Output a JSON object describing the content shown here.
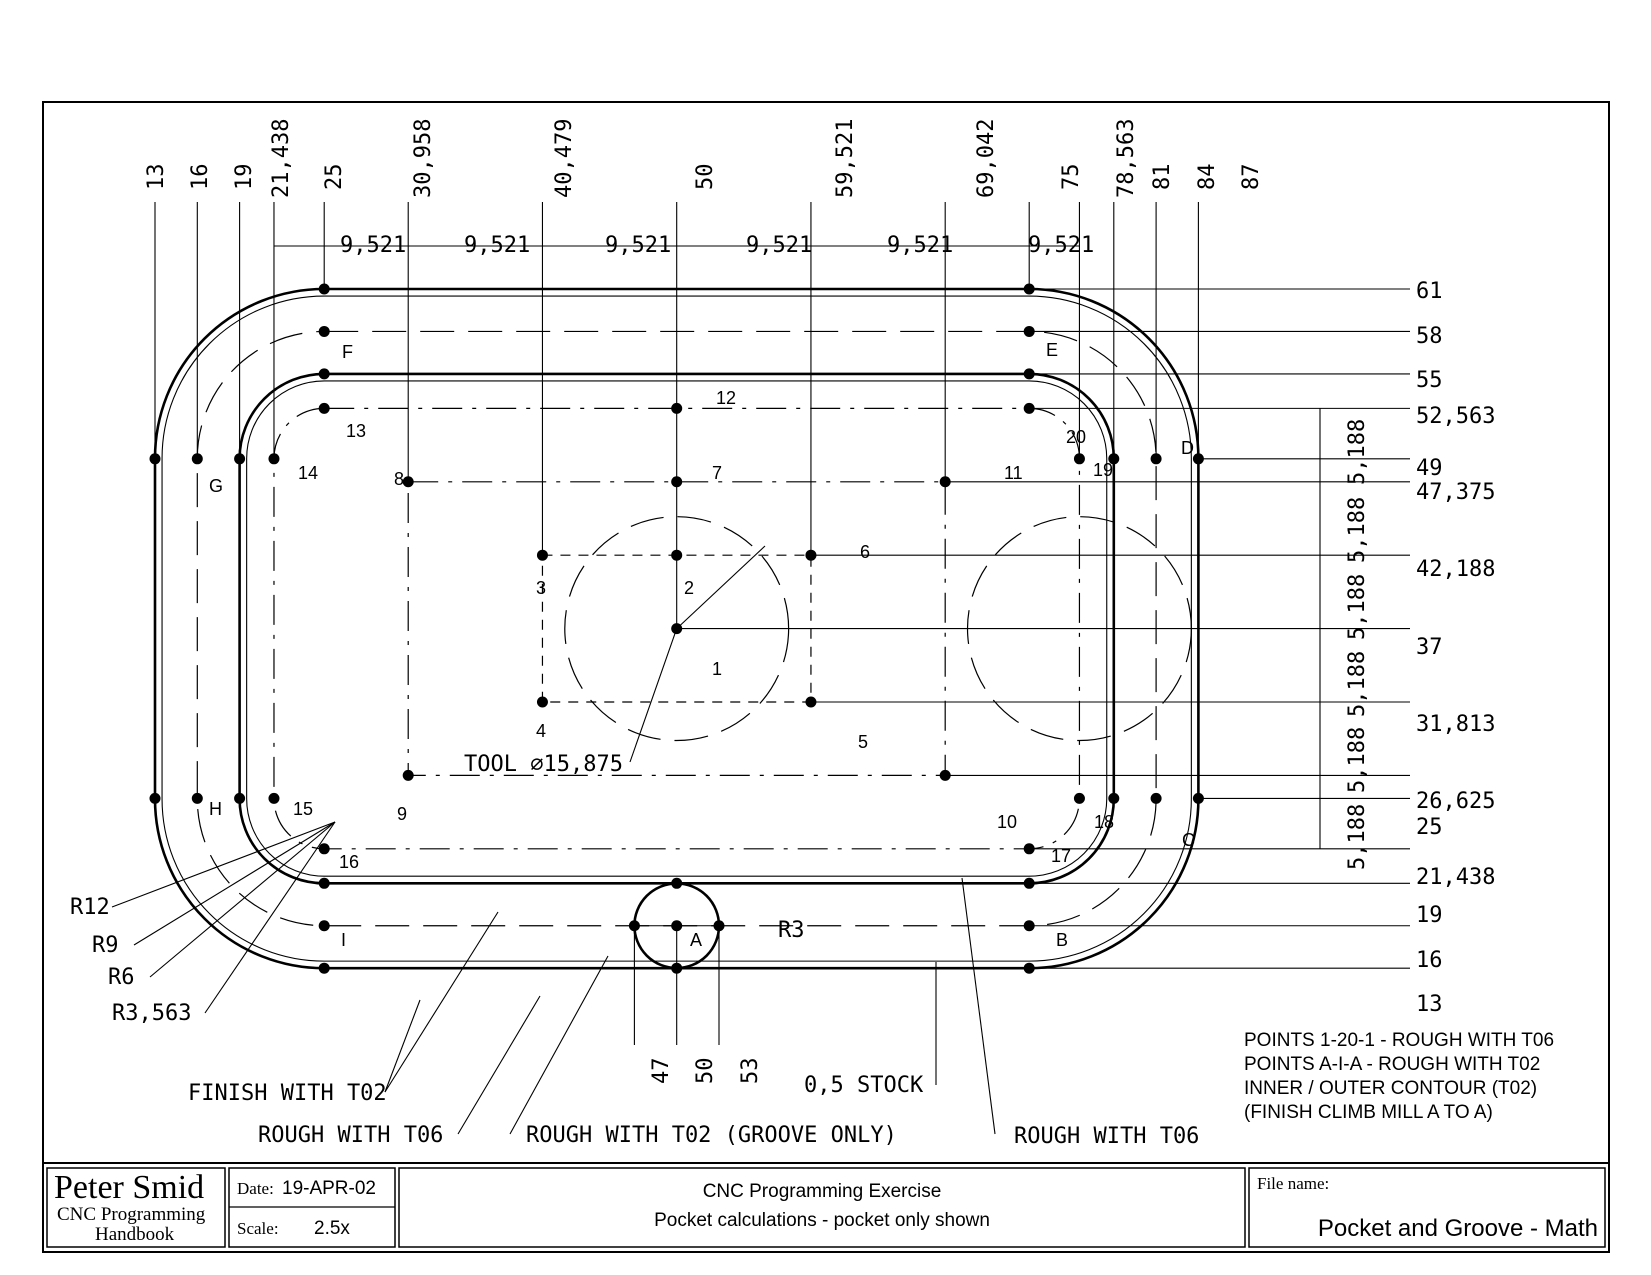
{
  "x_dimensions": [
    "13",
    "16",
    "19",
    "21,438",
    "25",
    "30,958",
    "40,479",
    "50",
    "59,521",
    "69,042",
    "75",
    "78,563",
    "81",
    "84",
    "87"
  ],
  "y_dimensions": [
    "61",
    "58",
    "55",
    "52,563",
    "49",
    "47,375",
    "42,188",
    "37",
    "31,813",
    "26,625",
    "25",
    "21,438",
    "19",
    "16",
    "13"
  ],
  "spacing_horizontal": "9,521",
  "spacing_vertical": "5,188",
  "point_labels": [
    "1",
    "2",
    "3",
    "4",
    "5",
    "6",
    "7",
    "8",
    "9",
    "10",
    "11",
    "12",
    "13",
    "14",
    "15",
    "16",
    "17",
    "18",
    "19",
    "20"
  ],
  "letter_labels": [
    "A",
    "B",
    "C",
    "D",
    "E",
    "F",
    "G",
    "H",
    "I"
  ],
  "radius_labels": {
    "r12": "R12",
    "r9": "R9",
    "r6": "R6",
    "r3563": "R3,563",
    "r3": "R3"
  },
  "groove_x_labels": [
    "47",
    "50",
    "53"
  ],
  "annotations": {
    "tool": "TOOL ⌀15,875",
    "stock": "0,5 STOCK",
    "finish_t02": "FINISH WITH T02",
    "rough_t06_left": "ROUGH WITH T06",
    "rough_t02_groove": "ROUGH WITH T02 (GROOVE ONLY)",
    "rough_t06_right": "ROUGH WITH T06"
  },
  "notes": [
    "POINTS 1-20-1 - ROUGH WITH T06",
    "POINTS A-I-A - ROUGH WITH T02",
    "INNER / OUTER CONTOUR (T02)",
    "(FINISH CLIMB MILL A TO A)"
  ],
  "title_block": {
    "author": "Peter Smid",
    "book_line1": "CNC Programming",
    "book_line2": "Handbook",
    "date_label": "Date:",
    "date_value": "19-APR-02",
    "scale_label": "Scale:",
    "scale_value": "2.5x",
    "title_line1": "CNC Programming Exercise",
    "title_line2": "Pocket calculations - pocket only shown",
    "file_label": "File name:",
    "file_value": "Pocket and Groove - Math"
  }
}
